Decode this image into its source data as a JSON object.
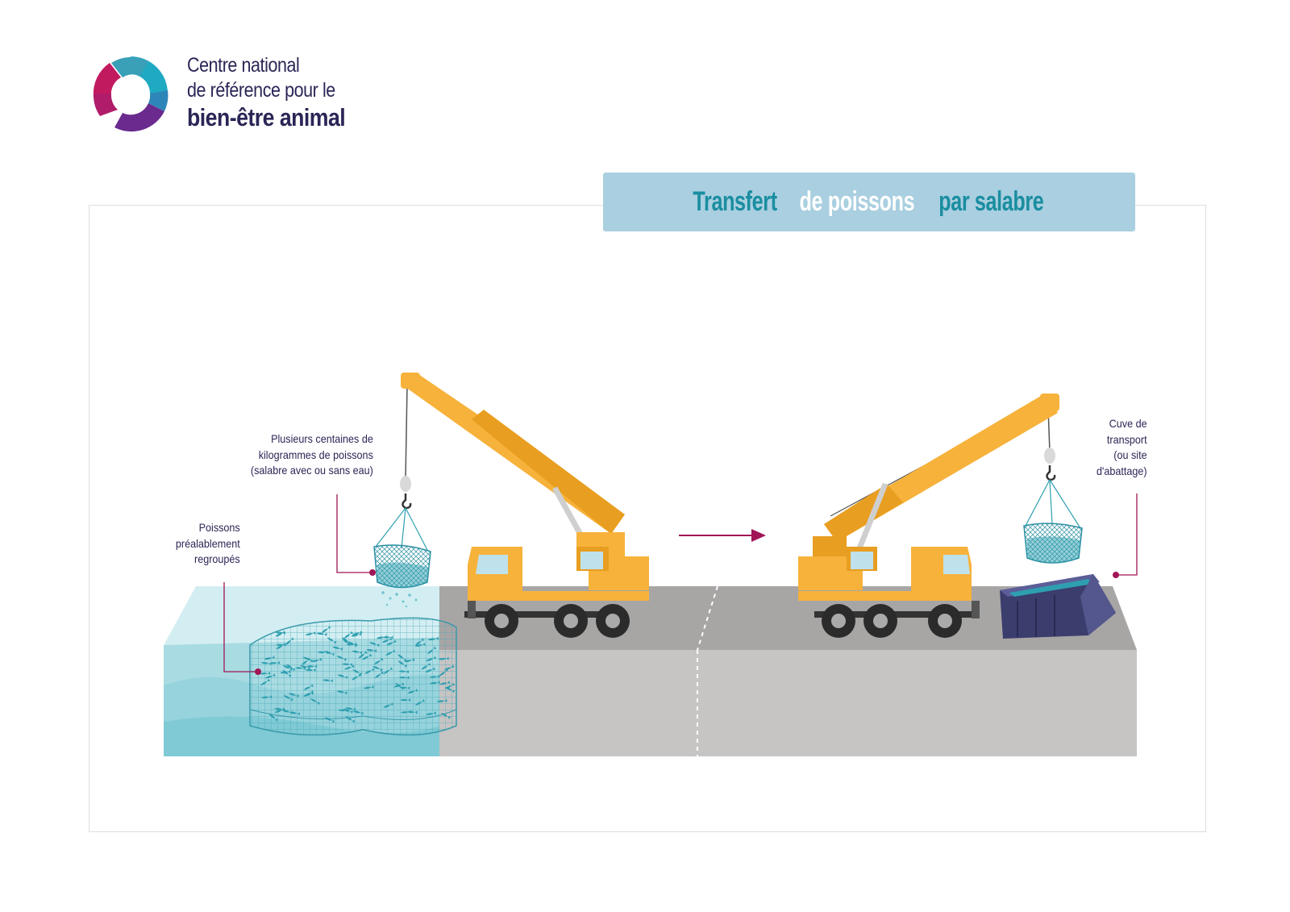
{
  "logo": {
    "line1": "Centre national",
    "line2": "de référence pour le",
    "line3": "bien-être animal",
    "colors": {
      "teal": "#20a9c2",
      "magenta": "#c21a5f",
      "purple": "#6a2a8e"
    }
  },
  "title": {
    "part1": "Transfert",
    "part2": "de poissons",
    "part3": "par salabre",
    "background": "#a9cfe0",
    "accent": "#1a8ea0"
  },
  "labels": {
    "net": "Plusieurs centaines de\nkilogrammes de poissons\n(salabre avec ou sans eau)",
    "grouped": "Poissons\npréalablement\nregroupés",
    "tank": "Cuve de\ntransport\n(ou site\nd'abattage)"
  },
  "colors": {
    "crane": "#f7b23b",
    "water": "#bfe3ea",
    "ground": "#c7c4c4",
    "tank": "#3b3d6d",
    "pointer": "#a01555"
  }
}
